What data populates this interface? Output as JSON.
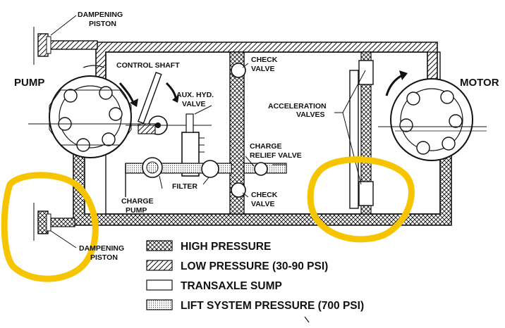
{
  "labels": {
    "dampening_piston_top": [
      "DAMPENING",
      "PISTON"
    ],
    "dampening_piston_bottom": [
      "DAMPENING",
      "PISTON"
    ],
    "pump": "PUMP",
    "motor": "MOTOR",
    "control_shaft": "CONTROL SHAFT",
    "aux_hyd_valve": [
      "AUX. HYD.",
      "VALVE"
    ],
    "check_valve_top": [
      "CHECK",
      "VALVE"
    ],
    "check_valve_bottom": [
      "CHECK",
      "VALVE"
    ],
    "acceleration_valves": [
      "ACCELERATION",
      "VALVES"
    ],
    "charge_relief_valve": [
      "CHARGE",
      "RELIEF VALVE"
    ],
    "filter": "FILTER",
    "charge_pump": [
      "CHARGE",
      "PUMP"
    ]
  },
  "legend": [
    {
      "pattern": "crosshatch",
      "label": "HIGH PRESSURE"
    },
    {
      "pattern": "diagonal",
      "label": "LOW PRESSURE (30-90 PSI)"
    },
    {
      "pattern": "blank",
      "label": "TRANSAXLE SUMP"
    },
    {
      "pattern": "dots",
      "label": "LIFT SYSTEM PRESSURE (700 PSI)"
    }
  ],
  "colors": {
    "ink": "#111111",
    "highlight": "#f6c500",
    "paper": "#ffffff"
  }
}
